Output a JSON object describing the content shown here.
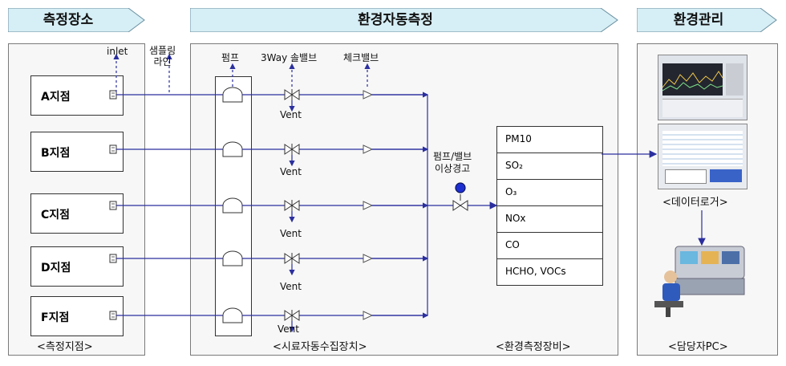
{
  "headers": {
    "measure_place": "측정장소",
    "auto_measure": "환경자동측정",
    "env_manage": "환경관리"
  },
  "sites": [
    "A지점",
    "B지점",
    "C지점",
    "D지점",
    "F지점"
  ],
  "labels": {
    "inlet": "inlet",
    "sampling_line": "샘플링\n라인",
    "pump": "펌프",
    "three_way": "3Way 솔밸브",
    "check_valve": "체크밸브",
    "vent": "Vent",
    "alarm": "펌프/밸브\n이상경고"
  },
  "gases": [
    "PM10",
    "SO₂",
    "O₃",
    "NOx",
    "CO",
    "HCHO, VOCs"
  ],
  "captions": {
    "sites": "<측정지점>",
    "sampler": "<시료자동수집장치>",
    "equipment": "<환경측정장비>",
    "logger": "<데이터로거>",
    "pc": "<담당자PC>"
  },
  "colors": {
    "line": "#2b2f9e",
    "header_fill": "#d6eef5",
    "alarm_dot": "#1d2fd0"
  }
}
